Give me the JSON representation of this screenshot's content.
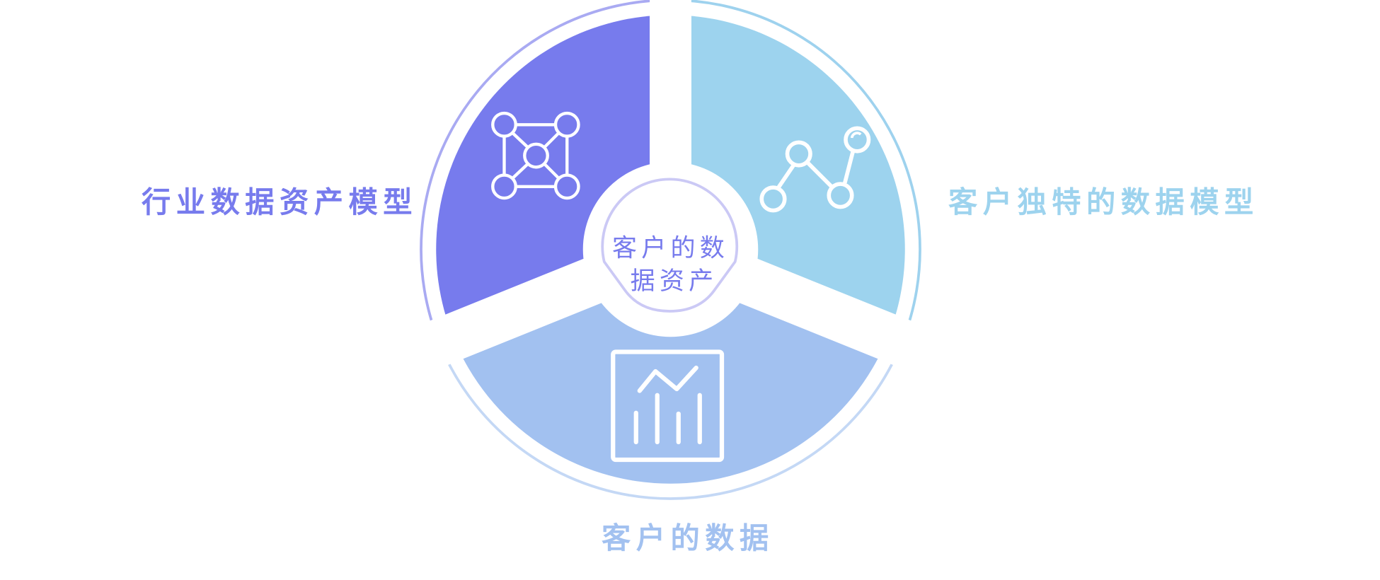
{
  "center": {
    "line1": "客户的数",
    "line2": "据资产"
  },
  "segments": [
    {
      "id": "left",
      "label": "行业数据资产模型",
      "icon": "network-nodes-icon",
      "color": "#777BED",
      "ring_color": "#A9AAF2"
    },
    {
      "id": "right",
      "label": "客户独特的数据模型",
      "icon": "line-graph-nodes-icon",
      "color": "#9DD3EE",
      "ring_color": "#9ED2EE"
    },
    {
      "id": "bottom",
      "label": "客户的数据",
      "icon": "bar-chart-icon",
      "color": "#A2C1F0",
      "ring_color": "#C4D8F5"
    }
  ],
  "center_outline_color": "#CBC9F5"
}
